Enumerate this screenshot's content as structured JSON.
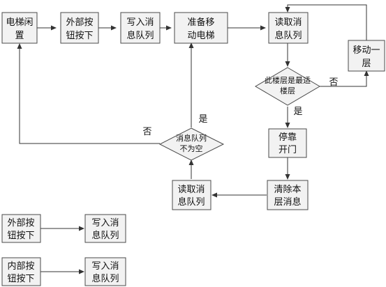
{
  "nodes": {
    "idle": [
      "电梯闲",
      "置"
    ],
    "ext_press": [
      "外部按",
      "钮按下"
    ],
    "write_queue": [
      "写入消",
      "息队列"
    ],
    "move_to": [
      "准备移",
      "动电梯"
    ],
    "read_queue_top": [
      "读取消",
      "息队列"
    ],
    "move_one": [
      "移动一",
      "层"
    ],
    "is_best_floor": [
      "此楼层是最适",
      "楼层"
    ],
    "stop_open": [
      "停靠",
      "开门"
    ],
    "clear_floor": [
      "清除本",
      "层消息"
    ],
    "read_queue_bottom": [
      "读取消",
      "息队列"
    ],
    "queue_not_empty": [
      "消息队列",
      "不为空"
    ],
    "legend_ext_press": [
      "外部按",
      "钮按下"
    ],
    "legend_ext_write": [
      "写入消",
      "息队列"
    ],
    "legend_int_press": [
      "内部按",
      "钮按下"
    ],
    "legend_int_write": [
      "写入消",
      "息队列"
    ]
  },
  "edge_labels": {
    "no_right": "否",
    "yes_down": "是",
    "yes_up": "是",
    "no_left": "否"
  }
}
